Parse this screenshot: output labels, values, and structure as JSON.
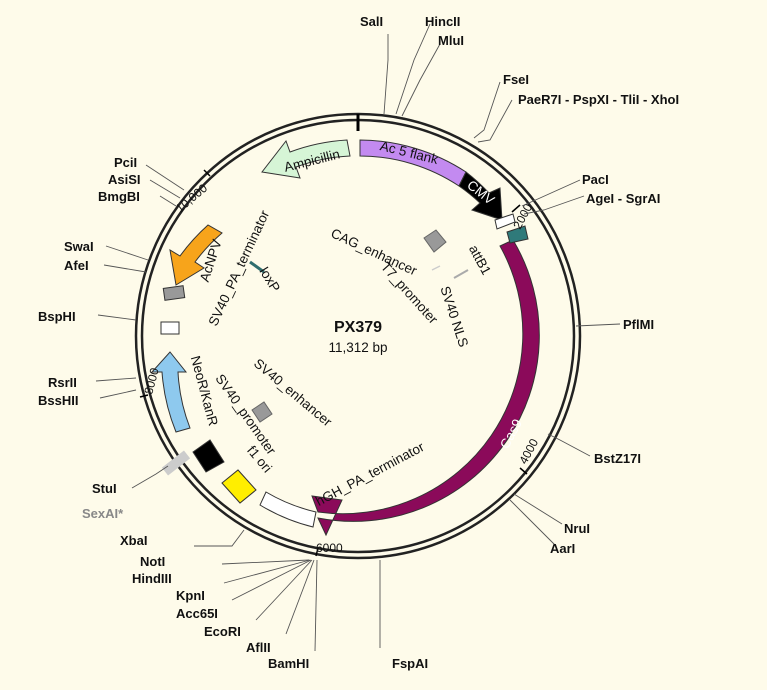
{
  "plasmid": {
    "name": "PX379",
    "size": "11,312 bp"
  },
  "colors": {
    "background": "#fefbea",
    "cas9": "#8b0a5a",
    "ac5_flank": "#c38af0",
    "cmv": "#000000",
    "ampicillin": "#d6f5d6",
    "acnpv": "#f7a41b",
    "neor_kanr": "#8ec9ee",
    "f1_ori": "#ffee00",
    "sexai_label": "#888888"
  },
  "ticks": [
    "2000",
    "4000",
    "6000",
    "8000",
    "10,000"
  ],
  "features": {
    "ampicillin": "Ampicillin",
    "ac5_flank": "Ac 5 flank",
    "cmv": "CMV",
    "cas9": "Cas9",
    "acnpv": "AcNPV",
    "sv40_pa_terminator": "SV40_PA_terminator",
    "loxp": "loxP",
    "cag_enhancer": "CAG_enhancer",
    "attb1": "attB1",
    "t7_promoter": "T7_promoter",
    "sv40_nls": "SV40 NLS",
    "neor_kanr": "NeoR/KanR",
    "sv40_promoter": "SV40_promoter",
    "sv40_enhancer": "SV40_enhancer",
    "f1_ori": "f1 ori",
    "hgh_pa_terminator": "hGH_PA_terminator"
  },
  "sites": {
    "sali": "SalI",
    "hincii": "HincII",
    "mlui": "MluI",
    "fsei": "FseI",
    "paer7i_group": "PaeR7I - PspXI - TliI - XhoI",
    "paci": "PacI",
    "agei_sgrai": "AgeI - SgrAI",
    "pflmi": "PflMI",
    "bstz17i": "BstZ17I",
    "nrui": "NruI",
    "aari": "AarI",
    "fspai": "FspAI",
    "bamhi": "BamHI",
    "aflii": "AflII",
    "ecori": "EcoRI",
    "acc65i": "Acc65I",
    "kpni": "KpnI",
    "hindiii": "HindIII",
    "noti": "NotI",
    "xbai": "XbaI",
    "sexai": "SexAI*",
    "stui": "StuI",
    "bsshii": "BssHII",
    "rsrii": "RsrII",
    "bsphi": "BspHI",
    "afei": "AfeI",
    "swai": "SwaI",
    "bmgbi": "BmgBI",
    "asisi": "AsiSI",
    "pcii": "PciI"
  }
}
